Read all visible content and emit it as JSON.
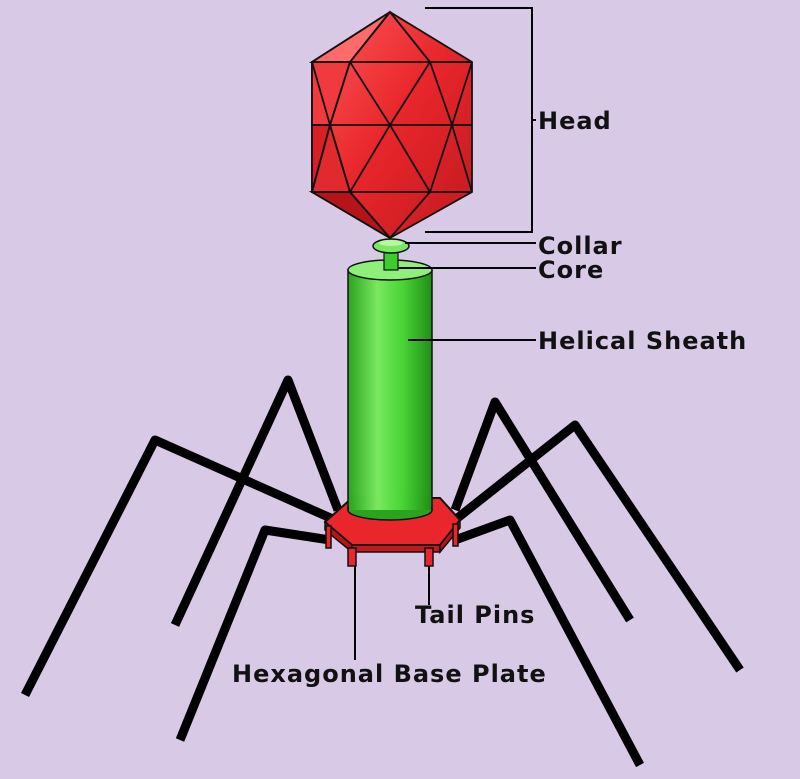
{
  "colors": {
    "background": "#d8c9e6",
    "head_fill": "#e8262b",
    "head_light": "#ff6a6a",
    "head_dark": "#b51418",
    "tail_green": "#3ccc2e",
    "tail_green_light": "#8ef07a",
    "tail_green_dark": "#1f8f16",
    "baseplate_red": "#e8262b",
    "outline": "#111111"
  },
  "labels": {
    "head": "Head",
    "collar": "Collar",
    "core": "Core",
    "helical_sheath": "Helical Sheath",
    "tail_pins": "Tail Pins",
    "base_plate": "Hexagonal Base Plate"
  }
}
